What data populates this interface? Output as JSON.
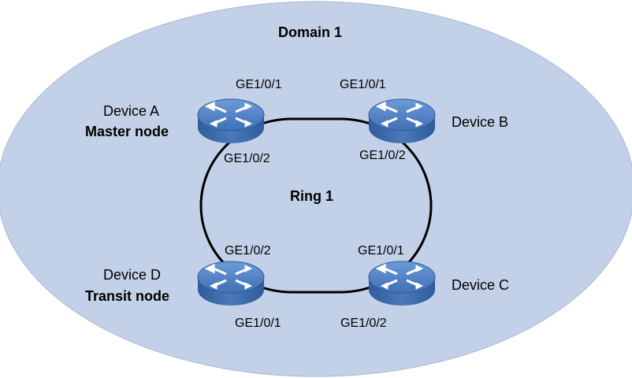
{
  "domain": {
    "label": "Domain 1"
  },
  "ring": {
    "label": "Ring 1"
  },
  "colors": {
    "domain_fill": "#c3d1e8",
    "domain_stroke": "#a7b6d0",
    "ring_stroke": "#000000",
    "switch_top": "#4a7cc2",
    "switch_side": "#2d5a9a",
    "switch_icon": "#ffffff"
  },
  "devices": [
    {
      "name": "Device A",
      "role": "Master node",
      "icon": "switch-icon"
    },
    {
      "name": "Device B",
      "role": "",
      "icon": "switch-icon"
    },
    {
      "name": "Device C",
      "role": "",
      "icon": "switch-icon"
    },
    {
      "name": "Device D",
      "role": "Transit node",
      "icon": "switch-icon"
    }
  ],
  "ports": {
    "a_top": "GE1/0/1",
    "a_bottom": "GE1/0/2",
    "b_top": "GE1/0/1",
    "b_bottom": "GE1/0/2",
    "c_top": "GE1/0/1",
    "c_bottom": "GE1/0/2",
    "d_top": "GE1/0/2",
    "d_bottom": "GE1/0/1"
  }
}
